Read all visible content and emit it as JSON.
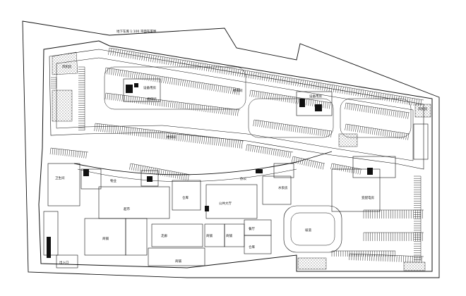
{
  "title_note": "地下车库 1:100 平面布置图",
  "area_labels": {
    "equip_room_a": "设备用房",
    "equip_room_b": "设备用房",
    "stair_a": "楼梯间",
    "stair_b": "楼梯间",
    "stair_c": "楼梯间",
    "shop_a": "超市",
    "shop_b": "商铺",
    "shop_c": "商铺",
    "shop_d": "商铺",
    "shop_e": "商铺",
    "hall": "公共大厅",
    "corridor": "走廊",
    "office_a": "物业",
    "office_b": "办公",
    "office_c": "餐厅",
    "store_a": "仓库",
    "store_b": "仓库",
    "pump": "水泵房",
    "power": "变配电房",
    "fan_a": "风机房",
    "fan_b": "风机房",
    "ramp": "坡道",
    "entry": "出入口",
    "toilet": "卫生间"
  },
  "colors": {
    "line": "#111111",
    "background": "#ffffff"
  }
}
